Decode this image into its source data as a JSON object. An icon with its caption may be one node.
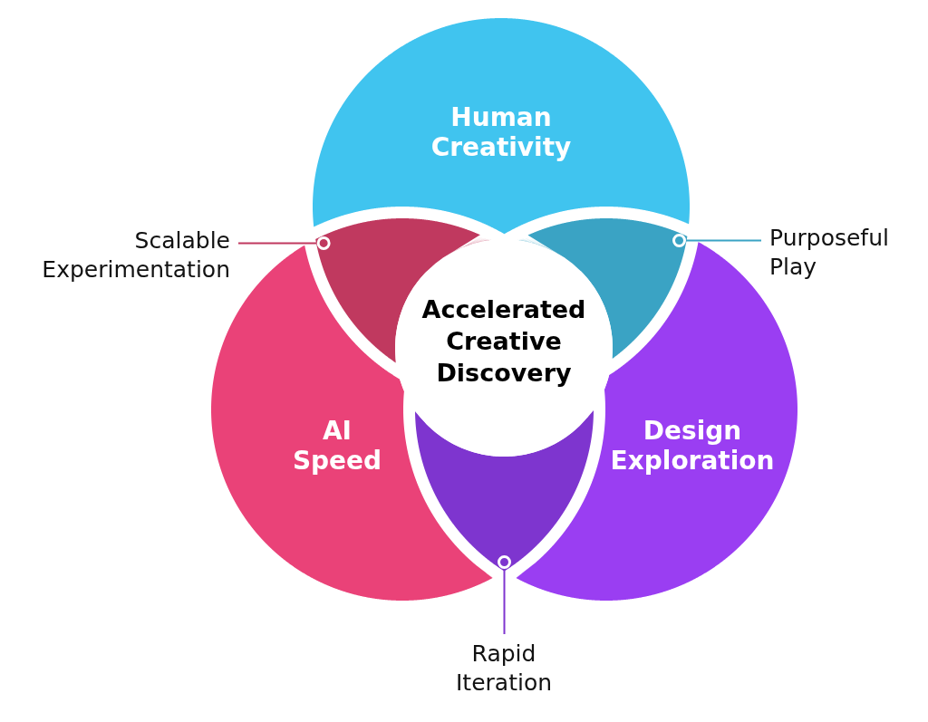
{
  "diagram": {
    "nodes": [
      {
        "text": [
          "Human Creativity"
        ]
      },
      {
        "text": [
          "Scalable Experimentation"
        ]
      },
      {
        "text": [
          "Purposeful Play"
        ]
      },
      {
        "text": [
          "Accelerated Creative Discovery"
        ]
      },
      {
        "text": [
          "AI Speed"
        ]
      },
      {
        "text": [
          "Design Exploration"
        ]
      },
      {
        "text": [
          "Rapid Iteration"
        ]
      },
      {
        "text": [],
        "shape": "lens"
      },
      {
        "text": [],
        "shape": "lens"
      },
      {
        "text": [],
        "shape": "lens"
      }
    ],
    "edges": [
      {
        "from": 1,
        "to": 7,
        "arrow": "other",
        "color": "#c0395f"
      },
      {
        "from": 2,
        "to": 8,
        "arrow": "other",
        "color": "#3aa3c4"
      },
      {
        "from": 6,
        "to": 9,
        "arrow": "other",
        "color": "#7e35cf"
      }
    ]
  }
}
